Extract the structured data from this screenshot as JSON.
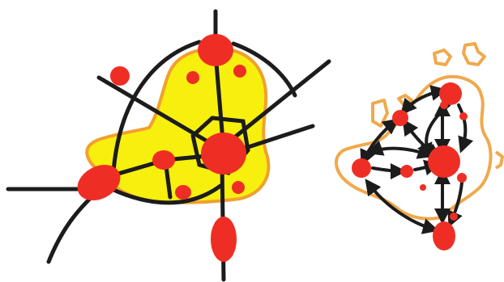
{
  "colors": {
    "background": "#ffffff",
    "yellow_fill": "#f7ef0d",
    "yellow_edge": "#f0a030",
    "orange_outline": "#f0a94c",
    "red": "#ee2e24",
    "red_dark": "#d42119",
    "ink": "#1c1c1c"
  },
  "left_graph": {
    "description_icon": "network-graph-doodle",
    "nodes": 11,
    "edges": 14
  },
  "right_graph": {
    "description_icon": "directed-network-doodle",
    "nodes": 11,
    "arrows": 13
  }
}
